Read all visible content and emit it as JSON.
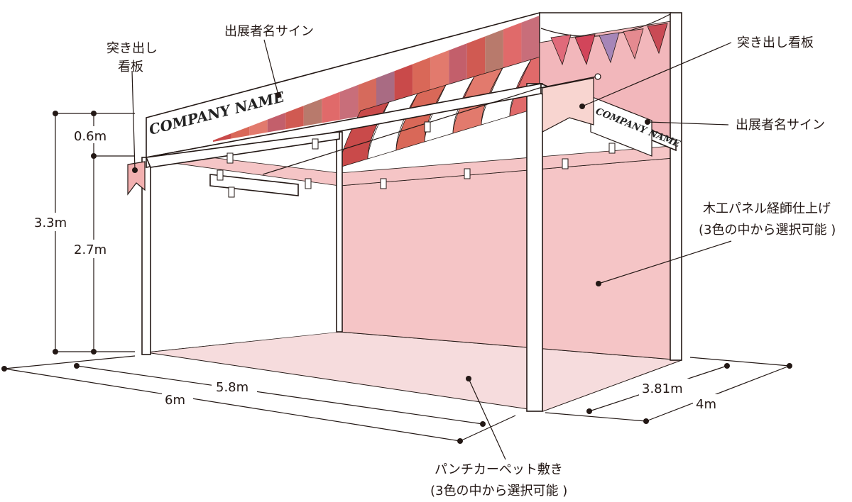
{
  "labels": {
    "exhibitor_sign_left": "出展者名サイン",
    "projecting_sign_left_1": "突き出し",
    "projecting_sign_left_2": "看板",
    "projecting_sign_right": "突き出し看板",
    "exhibitor_sign_right": "出展者名サイン",
    "wood_panel_1": "木工パネル経師仕上げ",
    "wood_panel_2": "(3色の中から選択可能 )",
    "carpet_1": "パンチカーペット敷き",
    "carpet_2": "(3色の中から選択可能 )"
  },
  "sign_text": {
    "front": "COMPANY NAME",
    "side": "COMPANY NAME"
  },
  "dimensions": {
    "h_total": "3.3m",
    "h_fascia": "0.6m",
    "h_clear": "2.7m",
    "w_outer": "6m",
    "w_inner": "5.8m",
    "d_outer": "4m",
    "d_inner": "3.81m"
  },
  "colors": {
    "panel": "#f5c5c6",
    "floor": "#f6dcdd",
    "awning": [
      "#c94a4a",
      "#d96858",
      "#e27a6d",
      "#c35f6b",
      "#d05a52",
      "#b87a6c",
      "#e06a6a",
      "#c86e7a",
      "#d66a5c",
      "#a96b83"
    ],
    "pennant": [
      "#e06a7a",
      "#d2455a",
      "#a686b8",
      "#e58a90",
      "#c94a55"
    ]
  }
}
